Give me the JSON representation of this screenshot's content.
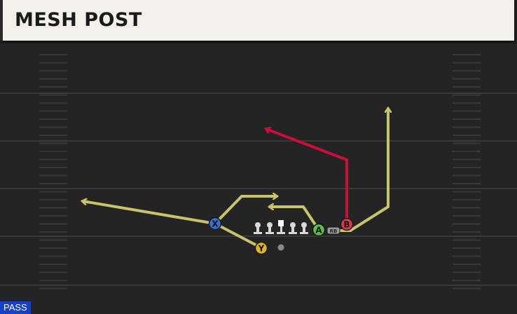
{
  "play": {
    "title": "MESH POST",
    "type_label": "PASS"
  },
  "players": [
    {
      "id": "X",
      "role": "receiver",
      "color": "#3b6fd4"
    },
    {
      "id": "Y",
      "role": "receiver",
      "color": "#e0b520"
    },
    {
      "id": "A",
      "role": "receiver",
      "color": "#5cc24a"
    },
    {
      "id": "B",
      "role": "receiver",
      "color": "#d93a4a"
    },
    {
      "id": "RB",
      "role": "running-back",
      "color": "#9a9a9a"
    }
  ],
  "colors": {
    "route_primary": "#c9c36a",
    "route_highlight": "#c8103a",
    "field": "#242424",
    "yard_line": "#3a3a3a"
  }
}
